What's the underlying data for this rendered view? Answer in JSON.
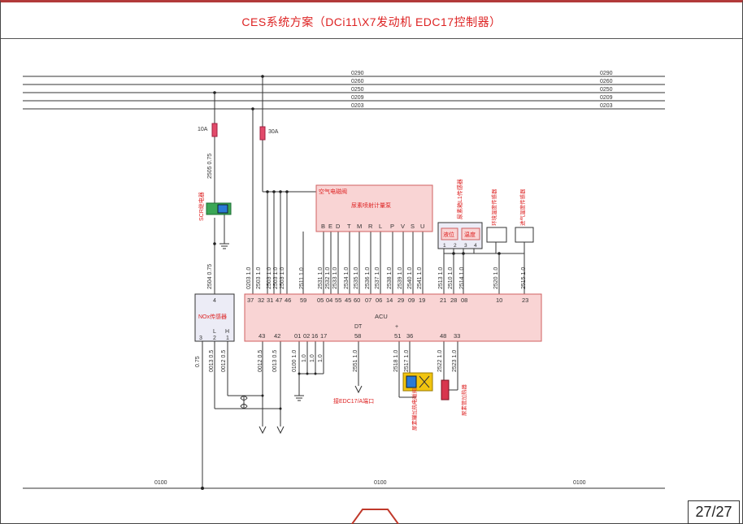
{
  "title": "CES系统方案（DCi11\\X7发动机 EDC17控制器）",
  "page_number": "27/27",
  "bus_lines": [
    "0290",
    "0260",
    "0250",
    "0209",
    "0203"
  ],
  "ground_line": "0100",
  "fuses": [
    {
      "label": "10A"
    },
    {
      "label": "30A"
    }
  ],
  "scr_relay": "SCR继电器",
  "nox_sensor": {
    "label": "NOx传感器",
    "pin_top": "4",
    "pins_bottom": [
      "3",
      "2",
      "1"
    ],
    "pin_letters": [
      "L",
      "H"
    ]
  },
  "pump": {
    "title": "空气电磁阀",
    "subtitle": "尿素喷射计量泵",
    "pins": [
      "B",
      "E",
      "D",
      "T",
      "M",
      "R",
      "L",
      "P",
      "V",
      "S",
      "U"
    ]
  },
  "level_sensor": {
    "title": "尿素箱L1传感器",
    "box1": "液位",
    "box2": "温度",
    "pins": [
      "1",
      "2",
      "3",
      "4"
    ]
  },
  "env_temp_sensor": "环境温度传感器",
  "intake_temp_sensor": "进气温度传感器",
  "acu": {
    "label": "ACU",
    "dt": "DT",
    "plus": "+"
  },
  "acu_top_pins": [
    "37",
    "32",
    "31",
    "47",
    "46",
    "59",
    "05",
    "04",
    "55",
    "45",
    "60",
    "07",
    "06",
    "14",
    "29",
    "09",
    "19",
    "21",
    "28",
    "08",
    "10",
    "23"
  ],
  "acu_bottom_pins": [
    "43",
    "42",
    "01",
    "02",
    "16",
    "17",
    "58",
    "51",
    "36",
    "48",
    "33"
  ],
  "wire_labels": {
    "w2505": "2505 0.75",
    "w2504": "2504 0.75",
    "w075": "0.75",
    "w0203": "0203 1.0",
    "w2503a": "2503 1.0",
    "w2503b": "2503 1.0",
    "w2503c": "2503 1.0",
    "w2503d": "2503 1.0",
    "w2511": "2511 1.0",
    "w2531": "2531 1.0",
    "w2532": "2532 1.0",
    "w2533": "2533 1.0",
    "w2534": "2534 1.0",
    "w2535": "2535 1.0",
    "w2536": "2536 1.0",
    "w2537": "2537 1.0",
    "w2538": "2538 1.0",
    "w2539": "2539 1.0",
    "w2540": "2540 1.0",
    "w2541": "2541 1.0",
    "w2513": "2513 1.0",
    "w2510": "2510 1.0",
    "w2514": "2514 1.0",
    "w2520": "2520 1.0",
    "w2515": "2515 1.0",
    "w0013a": "0013 0.5",
    "w0012a": "0012 0.5",
    "w0012b": "0012 0.5",
    "w0013b": "0013 0.5",
    "w0100": "0100 1.0",
    "w10a": "1.0",
    "w10b": "1.0",
    "w10c": "1.0",
    "w2551": "2551 1.0",
    "w2518": "2518 1.0",
    "w2517": "2517 1.0",
    "w2522": "2522 1.0",
    "w2523": "2523 1.0"
  },
  "edc_port": "接EDC17/A端口",
  "heater_valve": "尿素罐加热电磁阀",
  "line_heater": "尿素管加热器",
  "colors": {
    "wire": "#333333",
    "title": "#dd2222",
    "box_fill": "#f9d4d4",
    "box_stroke": "#d06060",
    "fuse": "#e24a6a",
    "relay": "#3aa655",
    "label_red": "#d22222"
  }
}
